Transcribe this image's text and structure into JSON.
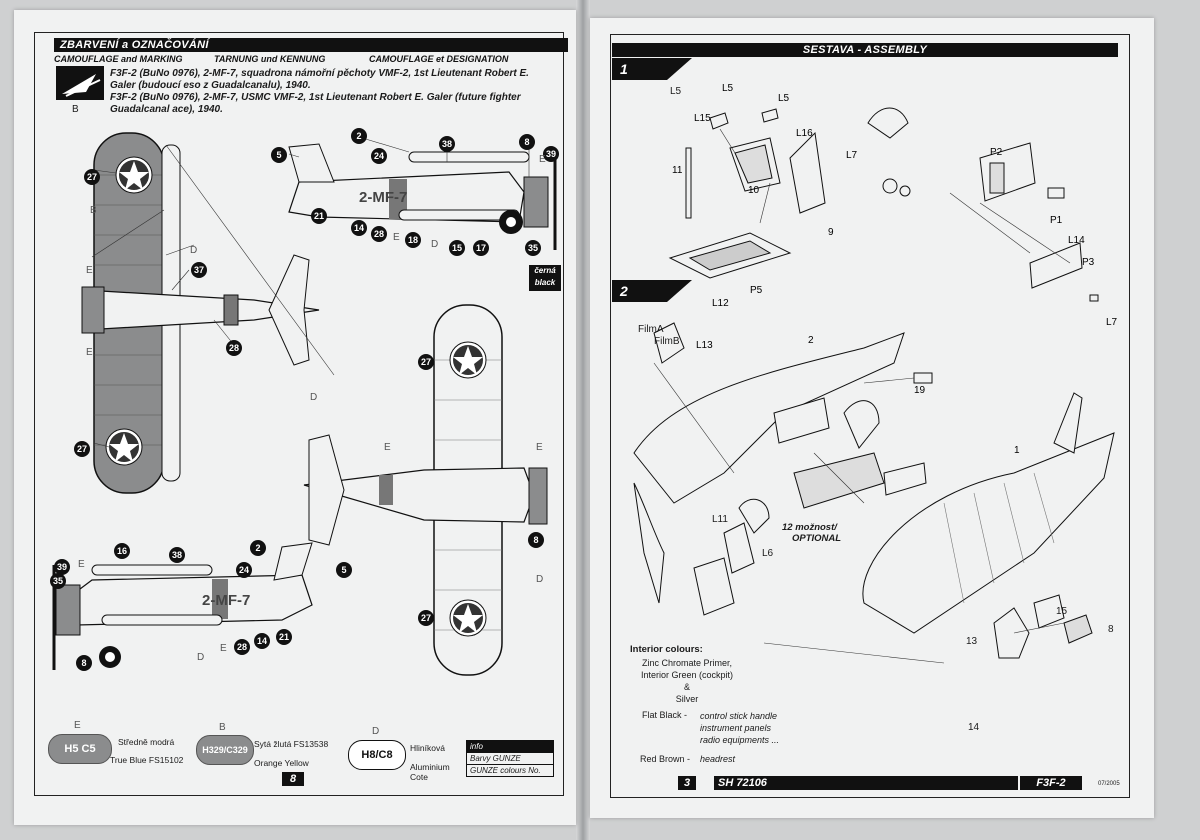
{
  "left": {
    "header": "ZBARVENÍ a OZNAČOVÁNÍ",
    "subheader": {
      "en": "CAMOUFLAGE and MARKING",
      "de": "TARNUNG und KENNUNG",
      "fr": "CAMOUFLAGE et DESIGNATION"
    },
    "variant_letter": "B",
    "description_cz": "F3F-2 (BuNo 0976), 2-MF-7, squadrona námořní pěchoty VMF-2, 1st Lieutenant Robert E. Galer (budoucí eso z Guadalcanalu), 1940.",
    "description_en": "F3F-2 (BuNo 0976), 2-MF-7, USMC VMF-2, 1st Lieutenant Robert E. Galer (future fighter Guadalcanal ace), 1940.",
    "aircraft_code": "2-MF-7",
    "callouts_side_top": [
      "2",
      "38",
      "8",
      "5",
      "24",
      "39",
      "27",
      "21",
      "14",
      "28",
      "18",
      "15",
      "17",
      "35"
    ],
    "letters": [
      "B",
      "D",
      "E"
    ],
    "black_note": [
      "černá",
      "black"
    ],
    "page_number": "8",
    "colours": [
      {
        "letter": "E",
        "code": "H5 C5",
        "cz": "Středně modrá",
        "en": "True Blue FS15102"
      },
      {
        "letter": "B",
        "code": "H329/C329",
        "cz": "Sytá žlutá FS13538",
        "en": "Orange Yellow"
      },
      {
        "letter": "D",
        "code": "H8/C8",
        "cz": "Hliníková",
        "en": "Aluminium Cote"
      }
    ],
    "info": [
      "info",
      "Barvy GUNZE",
      "GUNZE colours No."
    ]
  },
  "right": {
    "header": "SESTAVA - ASSEMBLY",
    "steps": [
      "1",
      "2"
    ],
    "parts_step1": [
      "L5",
      "L5",
      "L15",
      "L16",
      "11",
      "10",
      "9",
      "L7",
      "P2",
      "P1",
      "L14",
      "P3",
      "L7",
      "P5",
      "L12"
    ],
    "parts_step2": [
      "FilmA",
      "FilmB",
      "L13",
      "2",
      "19",
      "1",
      "L11",
      "L6",
      "15",
      "8",
      "13",
      "14"
    ],
    "optional": [
      "12 možnost/",
      "OPTIONAL"
    ],
    "interior_title": "Interior colours:",
    "interior_colours": [
      "Zinc Chromate Primer,",
      "Interior Green (cockpit)",
      "&",
      "Silver"
    ],
    "flat_black_label": "Flat Black - ",
    "flat_black_items": [
      "control stick handle",
      "instrument panels",
      "radio equipments ..."
    ],
    "red_brown_label": "Red Brown - ",
    "red_brown_item": "headrest",
    "footer": {
      "page": "3",
      "kit": "SH 72106",
      "model": "F3F-2",
      "date": "07/2005"
    }
  },
  "colors": {
    "paper": "#f1f2f2",
    "ink": "#111111",
    "grey": "#8b8c8d"
  }
}
